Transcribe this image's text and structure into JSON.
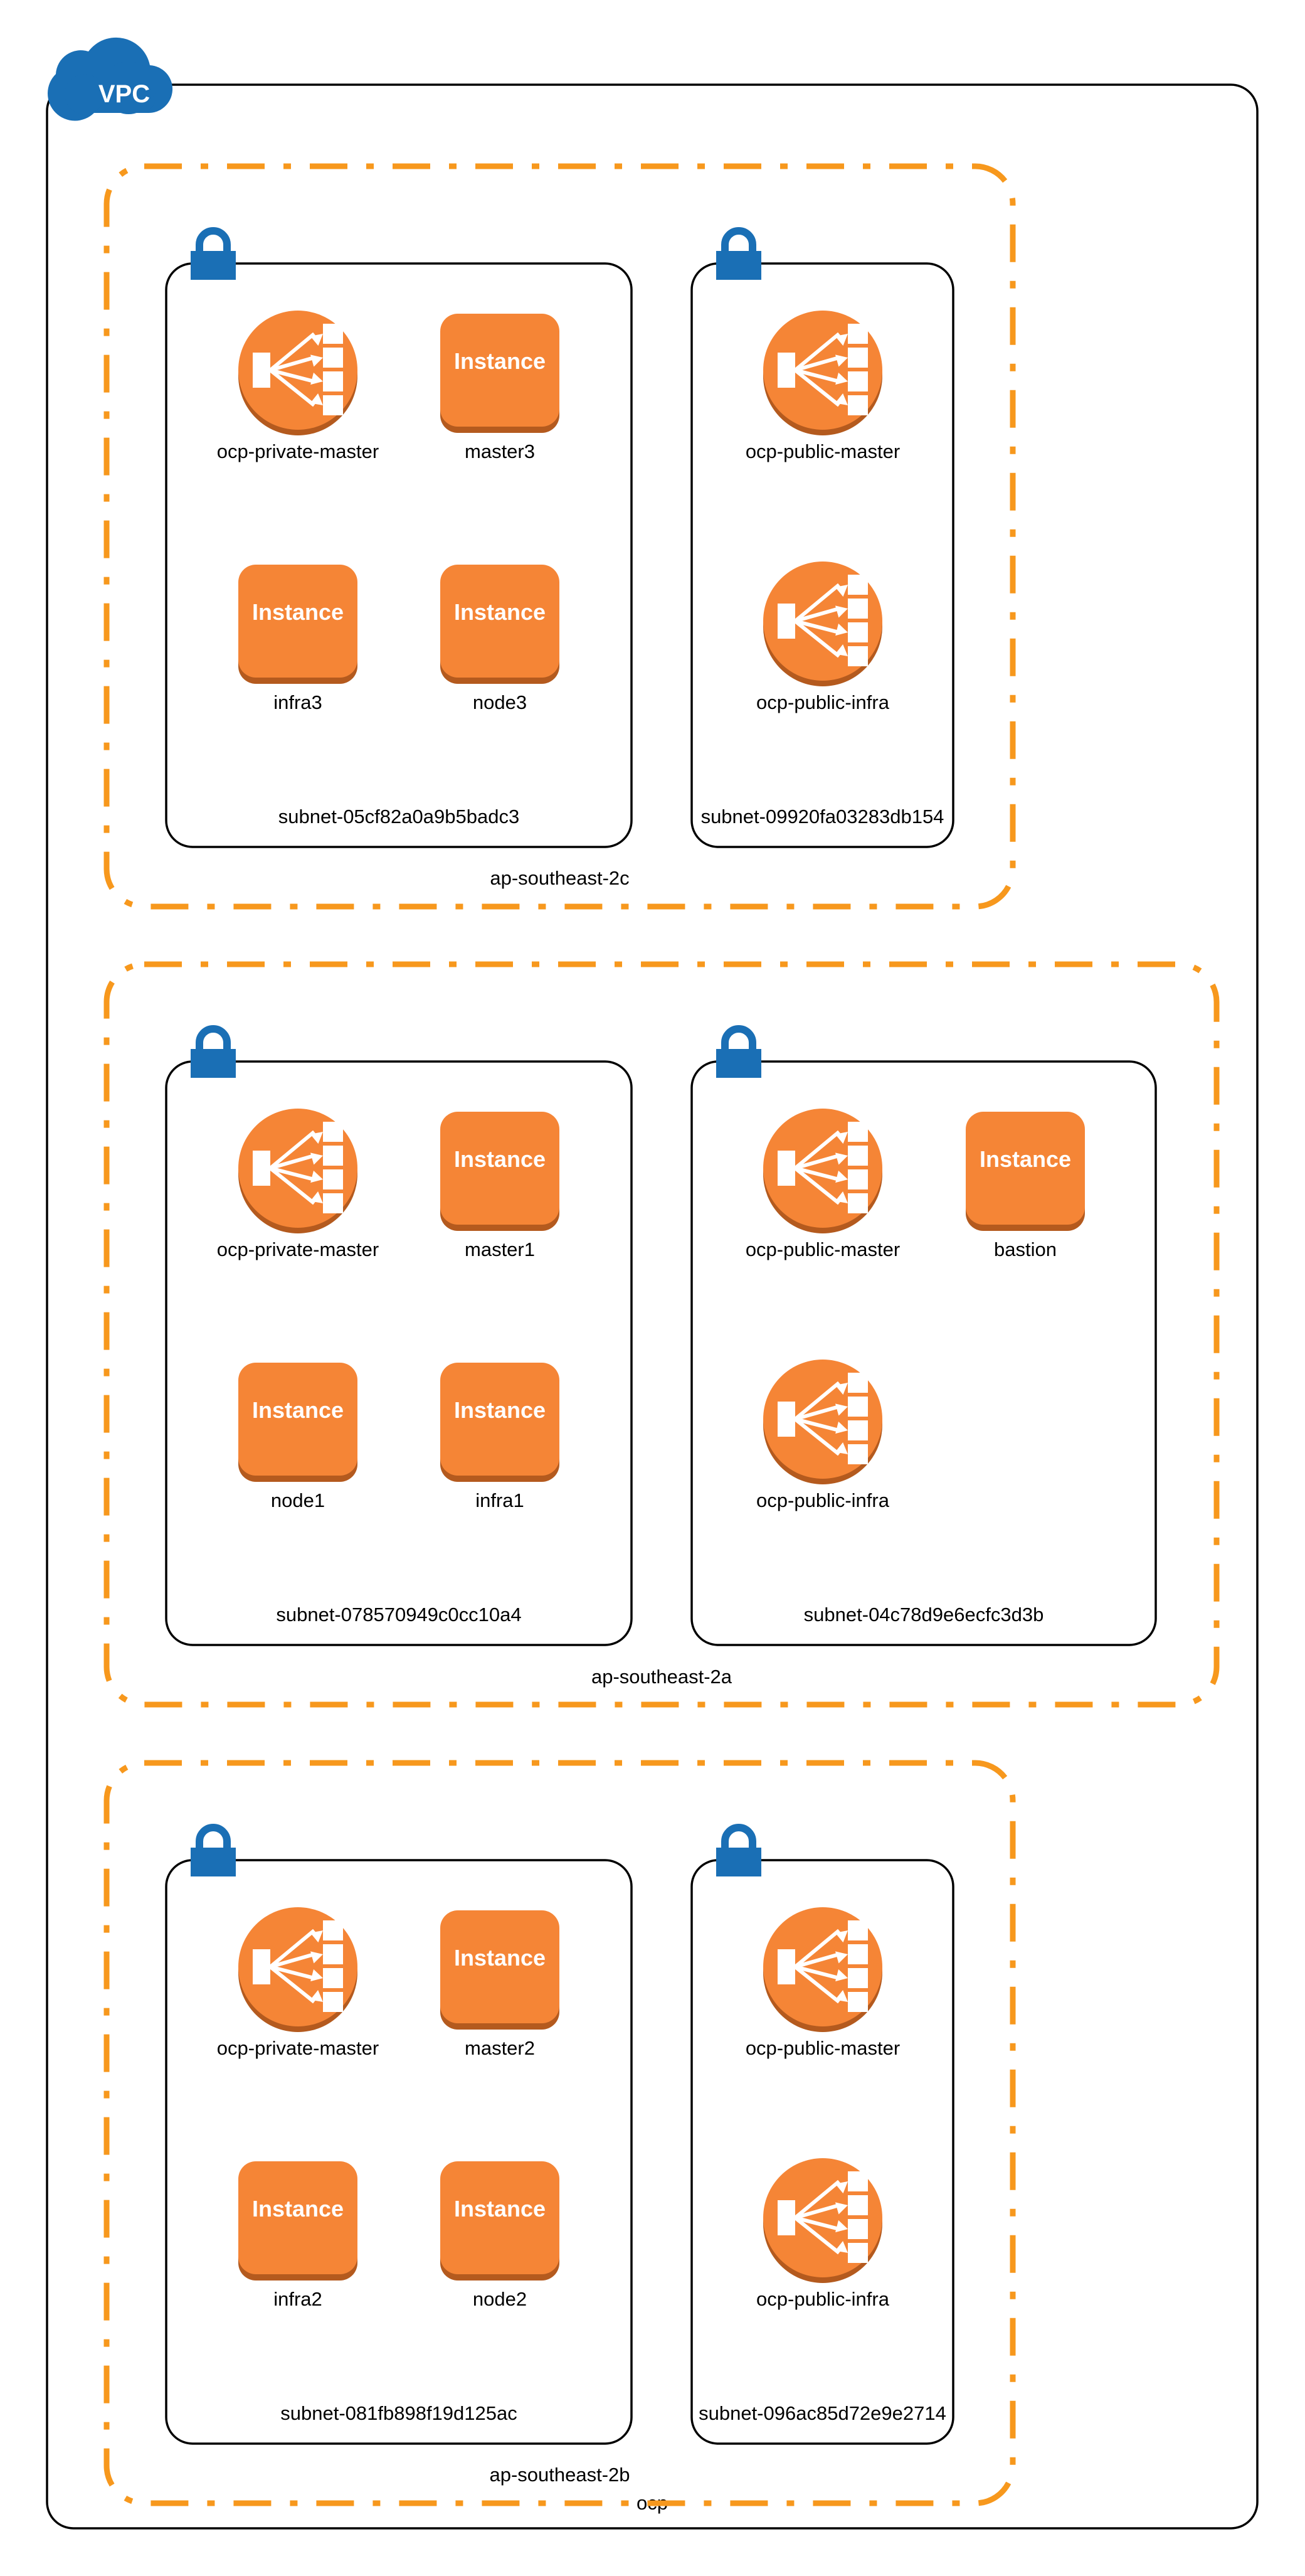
{
  "colors": {
    "vpc_blue": "#1a6fb5",
    "aws_orange": "#f58536",
    "aws_orange_dark": "#b45a1e",
    "zone_orange": "#f7981d",
    "border": "#000000"
  },
  "vpc": {
    "badge": "VPC",
    "icon": "cloud-icon",
    "name": "ocp"
  },
  "zones": [
    {
      "name": "ap-southeast-2c",
      "subnets": [
        {
          "name": "subnet-05cf82a0a9b5badc3",
          "kind": "private",
          "lock_icon": "lock-icon",
          "resources": [
            {
              "type": "load-balancer",
              "label": "ocp-private-master"
            },
            {
              "type": "instance",
              "badge": "Instance",
              "label": "master3"
            },
            {
              "type": "instance",
              "badge": "Instance",
              "label": "infra3"
            },
            {
              "type": "instance",
              "badge": "Instance",
              "label": "node3"
            }
          ]
        },
        {
          "name": "subnet-09920fa03283db154",
          "kind": "public",
          "lock_icon": "lock-icon",
          "resources": [
            {
              "type": "load-balancer",
              "label": "ocp-public-master"
            },
            {
              "type": "load-balancer",
              "label": "ocp-public-infra"
            }
          ]
        }
      ]
    },
    {
      "name": "ap-southeast-2a",
      "subnets": [
        {
          "name": "subnet-078570949c0cc10a4",
          "kind": "private",
          "lock_icon": "lock-icon",
          "resources": [
            {
              "type": "load-balancer",
              "label": "ocp-private-master"
            },
            {
              "type": "instance",
              "badge": "Instance",
              "label": "master1"
            },
            {
              "type": "instance",
              "badge": "Instance",
              "label": "node1"
            },
            {
              "type": "instance",
              "badge": "Instance",
              "label": "infra1"
            }
          ]
        },
        {
          "name": "subnet-04c78d9e6ecfc3d3b",
          "kind": "public",
          "lock_icon": "lock-icon",
          "resources": [
            {
              "type": "load-balancer",
              "label": "ocp-public-master"
            },
            {
              "type": "instance",
              "badge": "Instance",
              "label": "bastion"
            },
            {
              "type": "load-balancer",
              "label": "ocp-public-infra"
            }
          ]
        }
      ]
    },
    {
      "name": "ap-southeast-2b",
      "subnets": [
        {
          "name": "subnet-081fb898f19d125ac",
          "kind": "private",
          "lock_icon": "lock-icon",
          "resources": [
            {
              "type": "load-balancer",
              "label": "ocp-private-master"
            },
            {
              "type": "instance",
              "badge": "Instance",
              "label": "master2"
            },
            {
              "type": "instance",
              "badge": "Instance",
              "label": "infra2"
            },
            {
              "type": "instance",
              "badge": "Instance",
              "label": "node2"
            }
          ]
        },
        {
          "name": "subnet-096ac85d72e9e2714",
          "kind": "public",
          "lock_icon": "lock-icon",
          "resources": [
            {
              "type": "load-balancer",
              "label": "ocp-public-master"
            },
            {
              "type": "load-balancer",
              "label": "ocp-public-infra"
            }
          ]
        }
      ]
    }
  ]
}
